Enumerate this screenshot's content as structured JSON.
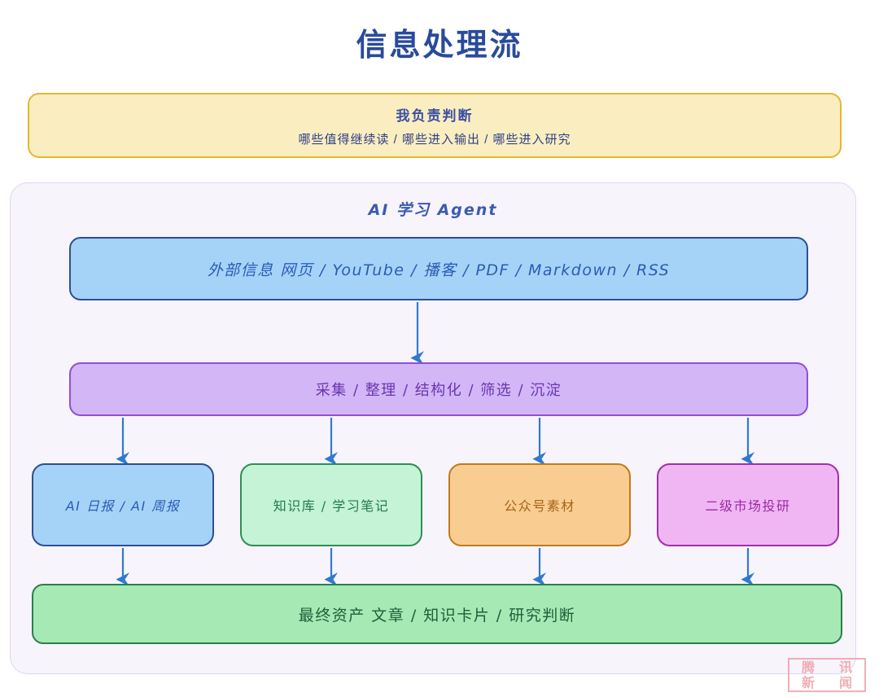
{
  "title": "信息处理流",
  "judgement": {
    "heading": "我负责判断",
    "detail": "哪些值得继续读 / 哪些进入输出 / 哪些进入研究",
    "fill_color": "#faeec0",
    "border_color": "#e2b830"
  },
  "agent": {
    "title": "AI 学习 Agent",
    "container_fill": "#f7f4fb",
    "container_border": "#ded7ef",
    "sources": {
      "label": "外部信息  网页 / YouTube / 播客 / PDF / Markdown / RSS",
      "fill_color": "#a5d3f8",
      "border_color": "#2d4f93"
    },
    "pipeline": {
      "label": "采集  /  整理  /  结构化  /  筛选  /  沉淀",
      "fill_color": "#d3b6f6",
      "border_color": "#8f4fd6"
    },
    "outputs": [
      {
        "label": "AI 日报 / AI 周报",
        "fill_color": "#a5d3f8",
        "border_color": "#2d4f93"
      },
      {
        "label": "知识库 / 学习笔记",
        "fill_color": "#c4f3d6",
        "border_color": "#2f8f55"
      },
      {
        "label": "公众号素材",
        "fill_color": "#f9cd92",
        "border_color": "#c17a1c"
      },
      {
        "label": "二级市场投研",
        "fill_color": "#f0b6f4",
        "border_color": "#a32fa8"
      }
    ],
    "final": {
      "label": "最终资产  文章 / 知识卡片 / 研究判断",
      "fill_color": "#a7e9b4",
      "border_color": "#2a7f4d"
    },
    "arrow_color": "#2f7ad1"
  },
  "watermark": {
    "char1": "腾",
    "char2": "讯",
    "char3": "新",
    "char4": "闻",
    "color": "#f0a0a8"
  }
}
